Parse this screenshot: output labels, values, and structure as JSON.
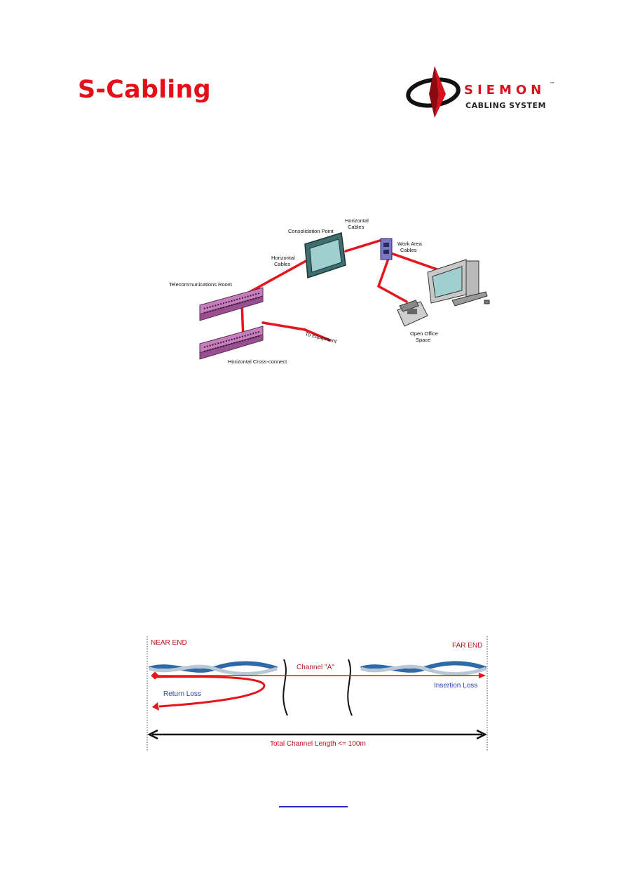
{
  "header": {
    "title": "S-Cabling",
    "logo": {
      "brand": "SIEMON",
      "trademark": "™",
      "subtitle": "CABLING SYSTEM"
    }
  },
  "figure1": {
    "labels": {
      "consolidation_point": "Consolidation Point",
      "horizontal_cables_left_1": "Horizontal",
      "horizontal_cables_left_2": "Cables",
      "horizontal_cables_right_1": "Horizontal",
      "horizontal_cables_right_2": "Cables",
      "work_area_1": "Work Area",
      "work_area_2": "Cables",
      "telecom_room": "Telecommunications Room",
      "to_equipment": "To Equipment",
      "open_office_1": "Open Office",
      "open_office_2": "Space",
      "cross_connect": "Horizontal Cross-connect"
    }
  },
  "figure2": {
    "near_end": "NEAR END",
    "far_end": "FAR END",
    "channel": "Channel \"A\"",
    "return_loss": "Return Loss",
    "insertion_loss": "Insertion Loss",
    "total_length": "Total Channel Length <= 100m"
  },
  "colors": {
    "brand_red": "#e3101a",
    "cable_red": "#e8141c",
    "label_blue": "#2a3fb0",
    "panel_purple": "#b05ca8"
  }
}
